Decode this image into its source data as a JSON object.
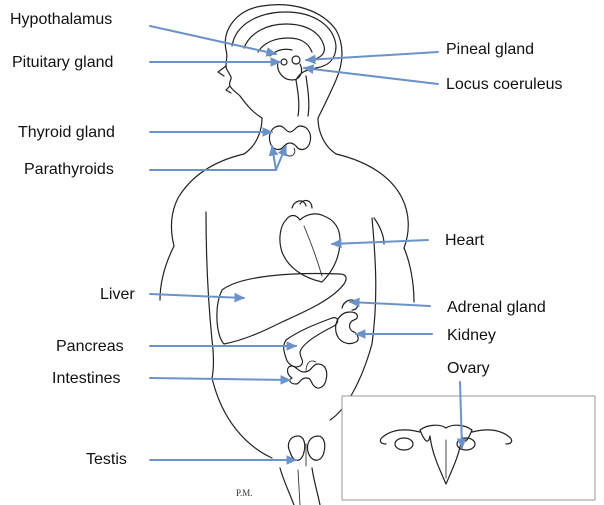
{
  "labels": {
    "hypothalamus": "Hypothalamus",
    "pituitary": "Pituitary gland",
    "pineal": "Pineal gland",
    "locus": "Locus coeruleus",
    "thyroid": "Thyroid gland",
    "parathyroids": "Parathyroids",
    "heart": "Heart",
    "liver": "Liver",
    "adrenal": "Adrenal gland",
    "pancreas": "Pancreas",
    "kidney": "Kidney",
    "intestines": "Intestines",
    "ovary": "Ovary",
    "testis": "Testis"
  },
  "signature": "P.M.",
  "colors": {
    "leader_lines": "#6b93c9",
    "sketch": "#222222",
    "inset_frame": "#9a9a9a"
  }
}
